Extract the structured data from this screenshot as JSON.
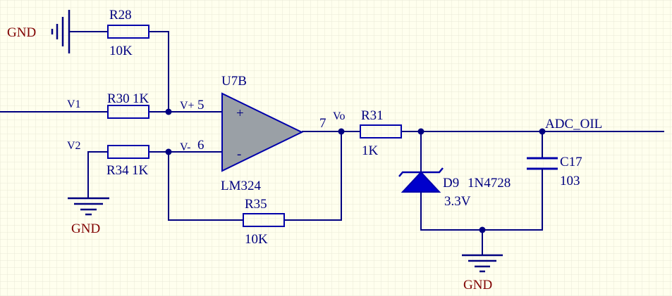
{
  "colors": {
    "background": "#ffffee",
    "grid": "#e9e9d6",
    "wire": "#000080",
    "component": "#0000aa",
    "component_fill": "#9aa0a6",
    "designator_text": "#000080",
    "power_text": "#800000"
  },
  "labels": {
    "gnd_top": "GND",
    "gnd_left": "GND",
    "gnd_right": "GND",
    "r28_ref": "R28",
    "r28_val": "10K",
    "r30_ref": "R30",
    "r30_val": "1K",
    "r34_ref": "R34",
    "r34_val": "1K",
    "r35_ref": "R35",
    "r35_val": "10K",
    "r31_ref": "R31",
    "r31_val": "1K",
    "v1": "V1",
    "v2": "V2",
    "u7b_ref": "U7B",
    "u7b_part": "LM324",
    "pin_plus_net": "V+",
    "pin5": "5",
    "pin_minus_net": "V-",
    "pin6": "6",
    "plus_sign": "+",
    "minus_sign": "-",
    "pin7": "7",
    "vo": "Vo",
    "d9_ref": "D9",
    "d9_part": "1N4728",
    "d9_val": "3.3V",
    "c17_ref": "C17",
    "c17_val": "103",
    "adc_net": "ADC_OIL"
  }
}
